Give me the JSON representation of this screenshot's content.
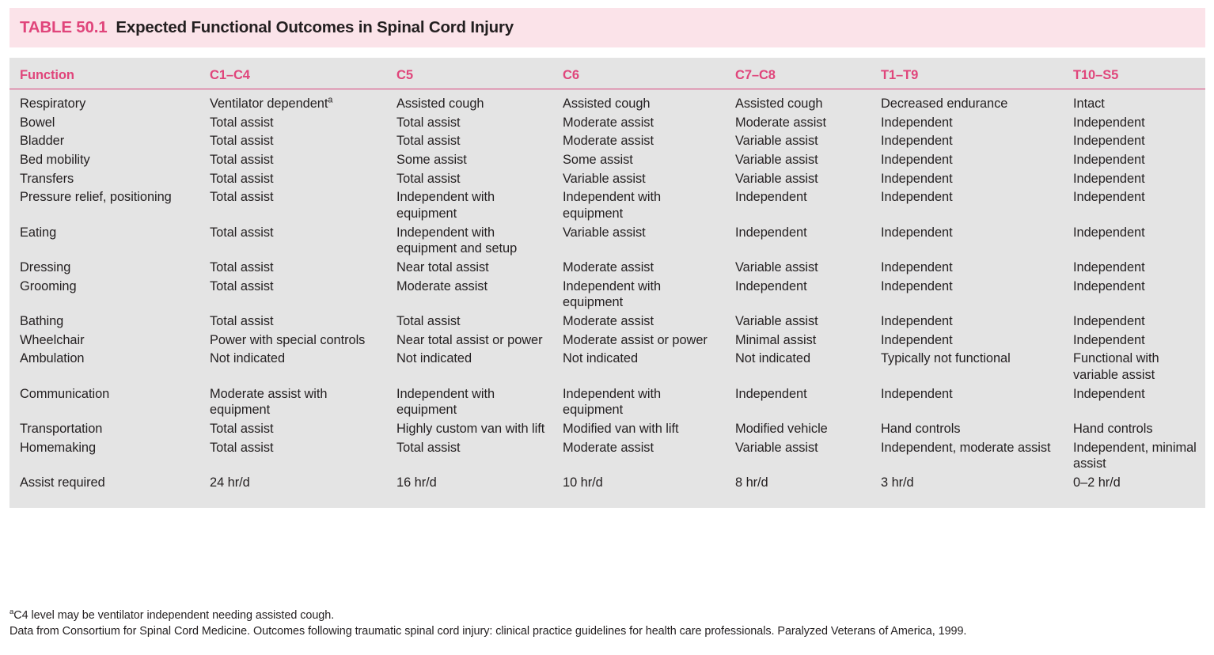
{
  "table": {
    "number": "TABLE 50.1",
    "title": "Expected Functional Outcomes in Spinal Cord Injury",
    "accent_color": "#e0457b",
    "title_band_color": "#fbe3e9",
    "body_background_color": "#e4e4e4",
    "header_rule_color": "#d9477e",
    "columns": [
      "Function",
      "C1–C4",
      "C5",
      "C6",
      "C7–C8",
      "T1–T9",
      "T10–S5"
    ],
    "rows": [
      {
        "function": "Respiratory",
        "c1_c4": "Ventilator dependent",
        "c1_c4_sup": "a",
        "c5": "Assisted cough",
        "c6": "Assisted cough",
        "c7_c8": "Assisted cough",
        "t1_t9": "Decreased endurance",
        "t10_s5": "Intact"
      },
      {
        "function": "Bowel",
        "c1_c4": "Total assist",
        "c5": "Total assist",
        "c6": "Moderate assist",
        "c7_c8": "Moderate assist",
        "t1_t9": "Independent",
        "t10_s5": "Independent"
      },
      {
        "function": "Bladder",
        "c1_c4": "Total assist",
        "c5": "Total assist",
        "c6": "Moderate assist",
        "c7_c8": "Variable assist",
        "t1_t9": "Independent",
        "t10_s5": "Independent"
      },
      {
        "function": "Bed mobility",
        "c1_c4": "Total assist",
        "c5": "Some assist",
        "c6": "Some assist",
        "c7_c8": "Variable assist",
        "t1_t9": "Independent",
        "t10_s5": "Independent"
      },
      {
        "function": "Transfers",
        "c1_c4": "Total assist",
        "c5": "Total assist",
        "c6": "Variable assist",
        "c7_c8": "Variable assist",
        "t1_t9": "Independent",
        "t10_s5": "Independent"
      },
      {
        "function": "Pressure relief, positioning",
        "c1_c4": "Total assist",
        "c5": "Independent with equipment",
        "c6": "Independent with equipment",
        "c7_c8": "Independent",
        "t1_t9": "Independent",
        "t10_s5": "Independent"
      },
      {
        "function": "Eating",
        "c1_c4": "Total assist",
        "c5": "Independent with equipment and setup",
        "c6": "Variable assist",
        "c7_c8": "Independent",
        "t1_t9": "Independent",
        "t10_s5": "Independent"
      },
      {
        "function": "Dressing",
        "c1_c4": "Total assist",
        "c5": "Near total assist",
        "c6": "Moderate assist",
        "c7_c8": "Variable assist",
        "t1_t9": "Independent",
        "t10_s5": "Independent"
      },
      {
        "function": "Grooming",
        "c1_c4": "Total assist",
        "c5": "Moderate assist",
        "c6": "Independent with equipment",
        "c7_c8": "Independent",
        "t1_t9": "Independent",
        "t10_s5": "Independent"
      },
      {
        "function": "Bathing",
        "c1_c4": "Total assist",
        "c5": "Total assist",
        "c6": "Moderate assist",
        "c7_c8": "Variable assist",
        "t1_t9": "Independent",
        "t10_s5": "Independent"
      },
      {
        "function": "Wheelchair",
        "c1_c4": "Power with special controls",
        "c5": "Near total assist or power",
        "c6": "Moderate assist or power",
        "c7_c8": "Minimal assist",
        "t1_t9": "Independent",
        "t10_s5": "Independent"
      },
      {
        "function": "Ambulation",
        "c1_c4": "Not indicated",
        "c5": "Not indicated",
        "c6": "Not indicated",
        "c7_c8": "Not indicated",
        "t1_t9": "Typically not functional",
        "t10_s5": "Functional with variable assist"
      },
      {
        "function": "Communication",
        "c1_c4": "Moderate assist with equipment",
        "c5": "Independent with equipment",
        "c6": "Independent with equipment",
        "c7_c8": "Independent",
        "t1_t9": "Independent",
        "t10_s5": "Independent"
      },
      {
        "function": "Transportation",
        "c1_c4": "Total assist",
        "c5": "Highly custom van with lift",
        "c6": "Modified van with lift",
        "c7_c8": "Modified vehicle",
        "t1_t9": "Hand controls",
        "t10_s5": "Hand controls"
      },
      {
        "function": "Homemaking",
        "c1_c4": "Total assist",
        "c5": "Total assist",
        "c6": "Moderate assist",
        "c7_c8": "Variable assist",
        "t1_t9": "Independent, moderate assist",
        "t10_s5": "Independent, minimal assist"
      },
      {
        "function": "Assist required",
        "c1_c4": "24 hr/d",
        "c5": "16 hr/d",
        "c6": "10 hr/d",
        "c7_c8": "8 hr/d",
        "t1_t9": "3 hr/d",
        "t10_s5": "0–2 hr/d"
      }
    ],
    "footnotes": [
      {
        "marker": "a",
        "text": "C4 level may be ventilator independent needing assisted cough."
      },
      {
        "marker": "",
        "text": "Data from Consortium for Spinal Cord Medicine. Outcomes following traumatic spinal cord injury: clinical practice guidelines for health care professionals. Paralyzed Veterans of America, 1999."
      }
    ]
  }
}
